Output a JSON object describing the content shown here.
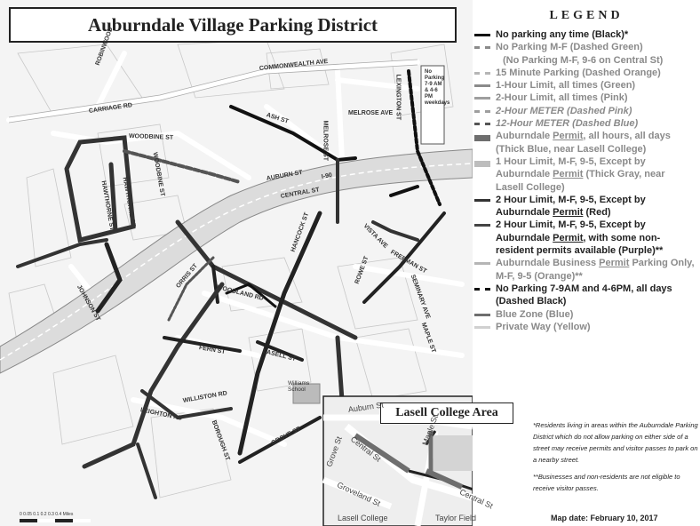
{
  "map": {
    "title": "Auburndale Village Parking District",
    "inset_title": "Lasell College Area",
    "street_labels": {
      "commonwealth": "COMMONWEALTH AVE",
      "carriage": "CARRIAGE RD",
      "woodbine": "WOODBINE ST",
      "auburn": "AUBURN ST",
      "central": "CENTRAL ST",
      "i90": "I-90",
      "melrose_st": "MELROSE ST",
      "melrose_ave": "MELROSE AVE",
      "ash": "ASH ST",
      "woodland": "WOODLAND RD",
      "lexington": "LEXINGTON ST",
      "hancock": "HANCOCK ST",
      "hawthorne": "HAWTHORNE ST",
      "fern": "FERN ST",
      "leighton": "LEIGHTON RD",
      "williston": "WILLISTON RD",
      "lasell_st": "LASELL ST",
      "grove": "GROVE ST",
      "maple": "MAPLE ST",
      "seminary": "SEMINARY AVE",
      "vista": "VISTA AVE",
      "rowe": "ROWE ST",
      "freeman": "FREEMAN ST",
      "johnson": "JOHNSON ST",
      "hawthorne2": "HAWTHORNE ST",
      "woodbine2": "WOODBINE ST",
      "orris": "ORRIS ST",
      "borrough": "BOROUGH ST",
      "robinwood": "ROBINWOOD"
    },
    "school_label": "Williams School",
    "sign_text": "No Parking 7-9 AM & 4-6 PM weekdays",
    "scale_text": "0 0.05 0.1 0.2 0.3 0.4 Miles",
    "inset_labels": {
      "auburn": "Auburn St",
      "grove": "Grove St",
      "central_left": "Central St",
      "maple": "Maple St",
      "central_right": "Central St",
      "groveland": "Groveland St",
      "lasell": "Lasell College",
      "taylor": "Taylor Field"
    }
  },
  "legend": {
    "heading": "LEGEND",
    "items": [
      {
        "text": "No parking any time (Black)*",
        "gray": false,
        "italic": false,
        "swatch": {
          "color": "#111111",
          "style": "solid",
          "width": 3
        }
      },
      {
        "text": "No Parking M-F (Dashed Green)",
        "gray": true,
        "italic": false,
        "swatch": {
          "color": "#8a8a8a",
          "style": "dashed",
          "width": 3
        }
      },
      {
        "text": "(No Parking M-F, 9-6 on Central St)",
        "gray": true,
        "italic": false,
        "indent": true
      },
      {
        "text": "15 Minute Parking (Dashed Orange)",
        "gray": true,
        "italic": false,
        "swatch": {
          "color": "#b5b5b5",
          "style": "dashed",
          "width": 3
        }
      },
      {
        "text": "1-Hour Limit, all times (Green)",
        "gray": true,
        "italic": false,
        "swatch": {
          "color": "#8a8a8a",
          "style": "solid",
          "width": 3
        }
      },
      {
        "text": "2-Hour Limit, all times (Pink)",
        "gray": true,
        "italic": false,
        "swatch": {
          "color": "#9e9e9e",
          "style": "solid",
          "width": 3
        }
      },
      {
        "text": "2-Hour METER (Dashed Pink)",
        "gray": true,
        "italic": true,
        "swatch": {
          "color": "#9e9e9e",
          "style": "dashed",
          "width": 3
        }
      },
      {
        "text": "12-Hour METER (Dashed Blue)",
        "gray": true,
        "italic": true,
        "swatch": {
          "color": "#555555",
          "style": "dashed",
          "width": 3
        }
      },
      {
        "text_parts": [
          "Auburndale ",
          "Permit",
          ", all hours, all days (Thick Blue, near Lasell College)"
        ],
        "gray": true,
        "italic": false,
        "swatch": {
          "color": "#6e6e6e",
          "style": "solid",
          "width": 7
        }
      },
      {
        "text_parts": [
          "1 Hour Limit, M-F, 9-5, Except by Auburndale ",
          "Permit",
          " (Thick Gray, near Lasell College)"
        ],
        "gray": true,
        "italic": false,
        "swatch": {
          "color": "#bdbdbd",
          "style": "solid",
          "width": 7
        }
      },
      {
        "text_parts": [
          "2 Hour Limit, M-F, 9-5, Except by Auburndale ",
          "Permit",
          " (Red)"
        ],
        "gray": false,
        "italic": false,
        "swatch": {
          "color": "#333333",
          "style": "solid",
          "width": 3
        }
      },
      {
        "text_parts": [
          "2 Hour Limit, M-F, 9-5, Except by Auburndale ",
          "Permit",
          ", with some non-resident permits available (Purple)**"
        ],
        "gray": false,
        "italic": false,
        "swatch": {
          "color": "#444444",
          "style": "solid",
          "width": 3
        }
      },
      {
        "text_parts": [
          "Auburndale Business ",
          "Permit",
          " Parking Only, M-F, 9-5 (Orange)**"
        ],
        "gray": true,
        "italic": false,
        "swatch": {
          "color": "#b5b5b5",
          "style": "solid",
          "width": 3
        }
      },
      {
        "text": "No Parking 7-9AM and 4-6PM, all days (Dashed Black)",
        "gray": false,
        "italic": false,
        "swatch": {
          "color": "#111111",
          "style": "dashed",
          "width": 3
        }
      },
      {
        "text": "Blue Zone (Blue)",
        "gray": true,
        "italic": false,
        "swatch": {
          "color": "#6e6e6e",
          "style": "solid",
          "width": 3
        }
      },
      {
        "text": "Private Way (Yellow)",
        "gray": true,
        "italic": false,
        "swatch": {
          "color": "#d0d0d0",
          "style": "solid",
          "width": 3
        }
      }
    ],
    "note1": "*Residents living in areas within the Auburndale Parking District which do not allow parking on either side of a street may receive permits and visitor passes to park on a nearby street.",
    "note2": "**Businesses and non-residents are not eligible to receive visitor passes.",
    "map_date": "Map date: February 10, 2017"
  }
}
